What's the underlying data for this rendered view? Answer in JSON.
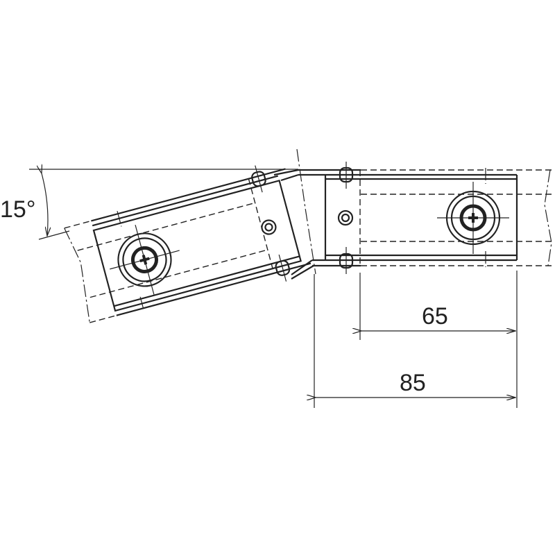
{
  "drawing": {
    "angle_label": "15°",
    "dimension_inner_label": "65",
    "dimension_outer_label": "85",
    "line_color": "#222222"
  }
}
